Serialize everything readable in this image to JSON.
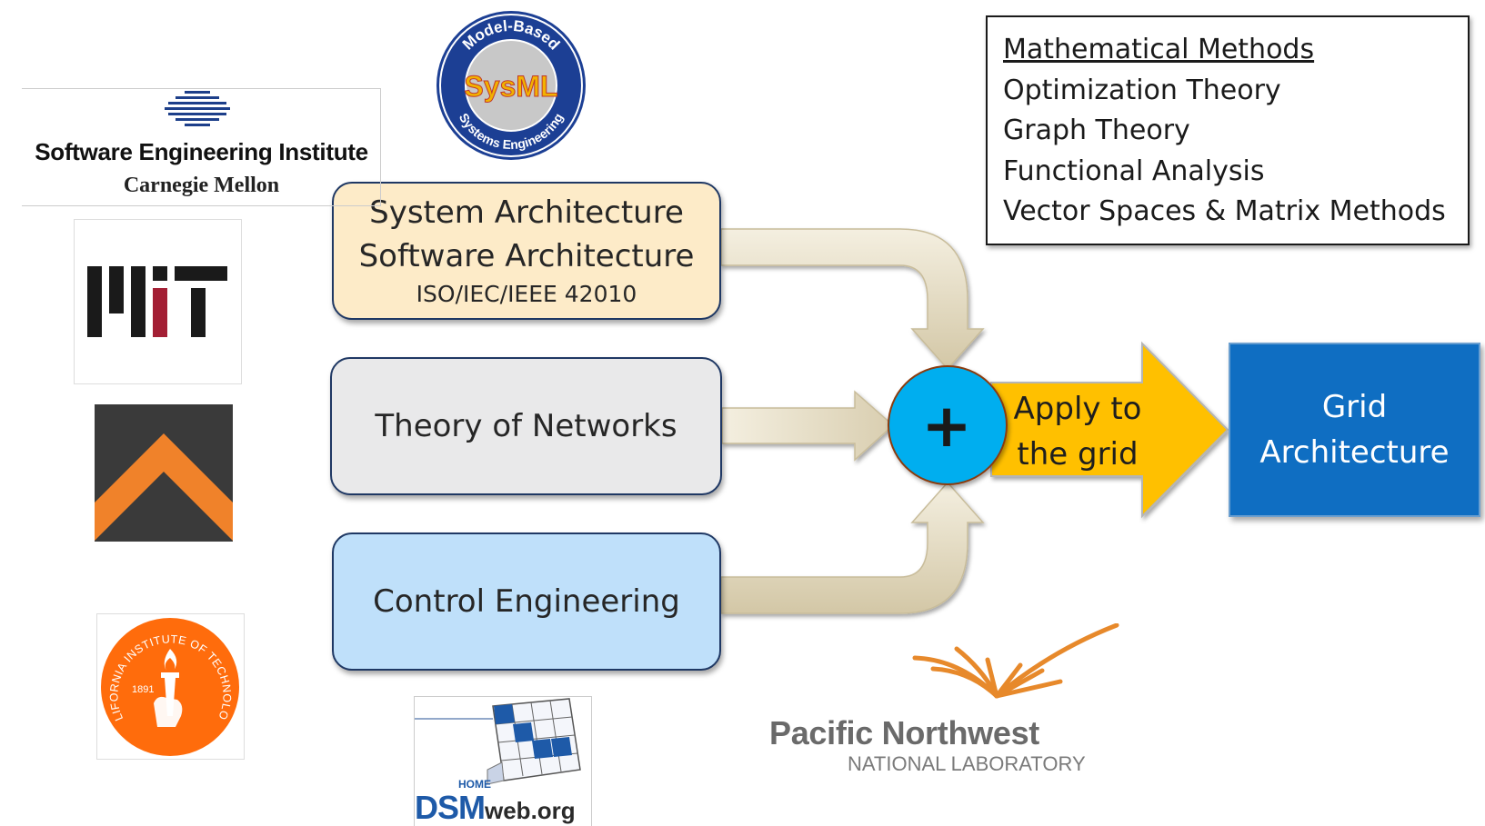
{
  "boxes": {
    "system_architecture": {
      "line1": "System Architecture",
      "line2": "Software Architecture",
      "line3": "ISO/IEC/IEEE 42010"
    },
    "theory_of_networks": "Theory of Networks",
    "control_engineering": "Control Engineering"
  },
  "combine": {
    "symbol": "+",
    "label_line1": "Apply to",
    "label_line2": "the grid"
  },
  "result": {
    "line1": "Grid",
    "line2": "Architecture"
  },
  "methods": {
    "title": "Mathematical Methods",
    "items": [
      "Optimization Theory",
      "Graph Theory",
      "Functional Analysis",
      "Vector Spaces & Matrix Methods"
    ]
  },
  "logos": {
    "sei": {
      "line1": "Software Engineering Institute",
      "line2": "Carnegie Mellon"
    },
    "sysml": {
      "outer_text_top": "Model-Based",
      "outer_text_bottom": "Systems Engineering",
      "center": "SysML"
    },
    "caltech": {
      "ring_text": "CALIFORNIA INSTITUTE OF TECHNOLOGY",
      "year": "1891"
    },
    "dsm": {
      "home": "HOME",
      "brand": "DSM",
      "suffix": "web.org"
    },
    "pnnl": {
      "line1": "Pacific Northwest",
      "line2": "NATIONAL LABORATORY"
    }
  },
  "colors": {
    "system_box": "#fdebc8",
    "network_box": "#e9e9ea",
    "control_box": "#bfe0fa",
    "plus_circle": "#00aeef",
    "apply_arrow": "#ffc000",
    "grid_box": "#0f6ec2",
    "connector_arrows": "#ece4cd"
  }
}
